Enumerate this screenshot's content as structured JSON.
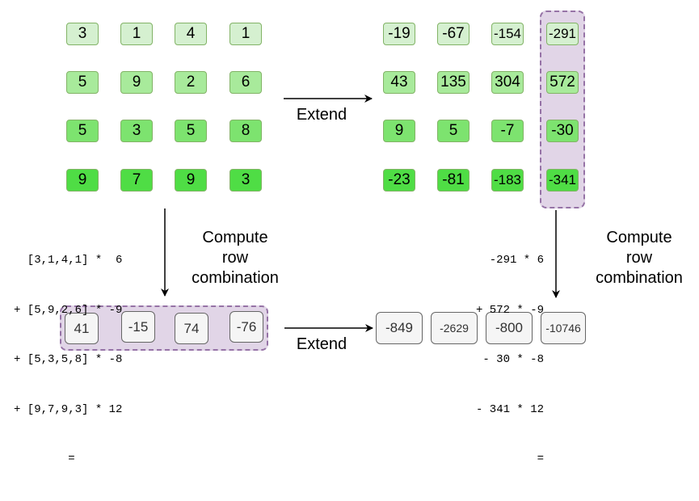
{
  "left_matrix": [
    [
      "3",
      "1",
      "4",
      "1"
    ],
    [
      "5",
      "9",
      "2",
      "6"
    ],
    [
      "5",
      "3",
      "5",
      "8"
    ],
    [
      "9",
      "7",
      "9",
      "3"
    ]
  ],
  "right_matrix": [
    [
      "-19",
      "-67",
      "-154",
      "-291"
    ],
    [
      "43",
      "135",
      "304",
      "572"
    ],
    [
      "9",
      "5",
      "-7",
      "-30"
    ],
    [
      "-23",
      "-81",
      "-183",
      "-341"
    ]
  ],
  "left_result": [
    "41",
    "-15",
    "74",
    "-76"
  ],
  "right_result": [
    "-849",
    "-2629",
    "-800",
    "-10746"
  ],
  "left_formula": [
    "  [3,1,4,1] *  6",
    "+ [5,9,2,6] * -9",
    "+ [5,3,5,8] * -8",
    "+ [9,7,9,3] * 12",
    "        ="
  ],
  "right_formula": [
    "-291 * 6",
    "+ 572 * -9",
    "- 30 * -8",
    "- 341 * 12",
    "="
  ],
  "labels": {
    "extend_top": "Extend",
    "extend_bottom": "Extend",
    "compute_left": "Compute\nrow\ncombination",
    "compute_right": "Compute\nrow\ncombination"
  },
  "colors": {
    "row_fills": [
      "#d5f0d0",
      "#a8ea9b",
      "#7de36f",
      "#4fdd45"
    ],
    "cell_border": "#82b366",
    "highlight_fill": "#e1d5e7",
    "highlight_border": "#9673a6",
    "result_fill": "#f5f5f5",
    "result_border": "#666666"
  }
}
